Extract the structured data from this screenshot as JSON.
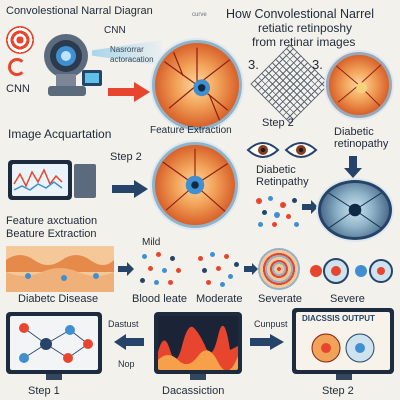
{
  "title": {
    "left_label": "Convolestional Narral Diagran",
    "right_line1": "How Convolestional Narrel",
    "right_line2": "retiatic retinposhy",
    "right_line3": "from retinar images",
    "cnn_label": "CNN",
    "small_caption_1": "Nasrorrar",
    "small_caption_2": "actoracation",
    "cnn_side": "CNN",
    "mini_title": "curve"
  },
  "steps": {
    "image_acquisition": "Image Acquartation",
    "feature_extraction": "Feature Extraction",
    "step2_top": "Step 2",
    "num3a": "3.",
    "num3b": "3.",
    "diabetic_retinopathy_right": "Diabetic\nretinopathy",
    "step2_mid": "Step 2",
    "diabetic_retinopathy_mid": "Diabetic\nRetinpathy",
    "feature_axctuation": "Feature axctuation",
    "feature_extraction_2": "Beature Extraction"
  },
  "severity": {
    "mild": "Mild",
    "diabetic_disease": "Diabetc Disease",
    "blood_leate": "Blood leate",
    "moderate": "Moderate",
    "severate": "Severate",
    "severe": "Severe"
  },
  "bottom": {
    "dastust": "Dastust",
    "nop": "Nop",
    "dacassiction": "Dacassiction",
    "cunpust": "Cunpust",
    "diagnosis_output": "DIACSSIS OUTPUT",
    "step1": "Step 1",
    "step2": "Step 2"
  },
  "colors": {
    "accent_red": "#e8452e",
    "arrow_navy": "#26446a",
    "retina_orange": "#e07a3c"
  },
  "icons": [
    "target-icon",
    "camera-icon",
    "eye-icon",
    "arrow-icon",
    "monitor-icon"
  ]
}
